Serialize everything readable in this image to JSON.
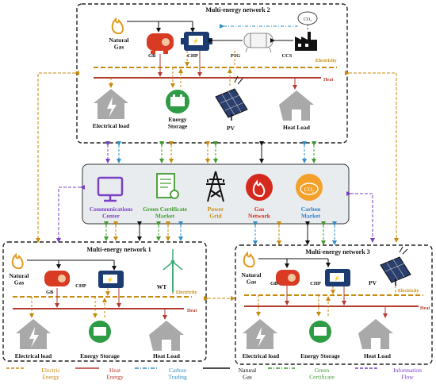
{
  "networks": {
    "n2": {
      "title": "Multi-energy network 2",
      "labels": {
        "natural_gas": "Natural\nGas",
        "gb": "GB",
        "chp": "CHP",
        "p2g": "P2G",
        "ccs": "CCS",
        "electricity": "Electricity",
        "heat": "Heat",
        "electrical_load": "Electrical load",
        "energy_storage": "Energy\nStorage",
        "pv": "PV",
        "heat_load": "Heat Load"
      }
    },
    "n1": {
      "title": "Multi-energy network 1",
      "labels": {
        "natural_gas": "Natural\nGas",
        "gb": "GB",
        "chp": "CHP",
        "wt": "WT",
        "electricity": "Electricity",
        "heat": "Heat",
        "electrical_load": "Electrical load",
        "energy_storage": "Energy Storage",
        "heat_load": "Heat Load"
      }
    },
    "n3": {
      "title": "Multi-energy network 3",
      "labels": {
        "natural_gas": "Natural\nGas",
        "gb": "GB",
        "chp": "CHP",
        "pv": "PV",
        "electricity": "Electricity",
        "heat": "Heat",
        "electrical_load": "Electrical load",
        "energy_storage": "Energy Storage",
        "heat_load": "Heat Load"
      }
    }
  },
  "center": {
    "items": [
      {
        "label": "Communications\nCenter",
        "color": "#7a3fc4",
        "icon": "monitor-icon"
      },
      {
        "label": "Green Certificate\nMarket",
        "color": "#3f9b2e",
        "icon": "certificate-icon"
      },
      {
        "label": "Power\nGrid",
        "color": "#c98a0c",
        "icon": "power-tower-icon"
      },
      {
        "label": "Gas\nNetwork",
        "color": "#d42a1e",
        "icon": "flame-icon"
      },
      {
        "label": "Carbon\nMarket",
        "color": "#2f7fc4",
        "icon": "co2-icon"
      }
    ]
  },
  "legend": [
    {
      "label": "Electric\nEnergy",
      "color": "#c98a0c",
      "style": "dashed"
    },
    {
      "label": "Heat\nEnergy",
      "color": "#b23a2e",
      "style": "solid"
    },
    {
      "label": "Carbon\nTrading",
      "color": "#2f8fc4",
      "style": "dashdot"
    },
    {
      "label": "Natural\nGas",
      "color": "#111111",
      "style": "solid"
    },
    {
      "label": "Green\nCertificate",
      "color": "#3f9b2e",
      "style": "dashdot"
    },
    {
      "label": "Information\nFlow",
      "color": "#7a3fc4",
      "style": "dashed"
    }
  ],
  "colors": {
    "electric": "#c98a0c",
    "heat": "#b23a2e",
    "carbon": "#2f8fc4",
    "gas": "#111111",
    "green": "#3f9b2e",
    "info": "#7a3fc4",
    "storage": "#2e9b45",
    "house": "#a9a9a9"
  }
}
